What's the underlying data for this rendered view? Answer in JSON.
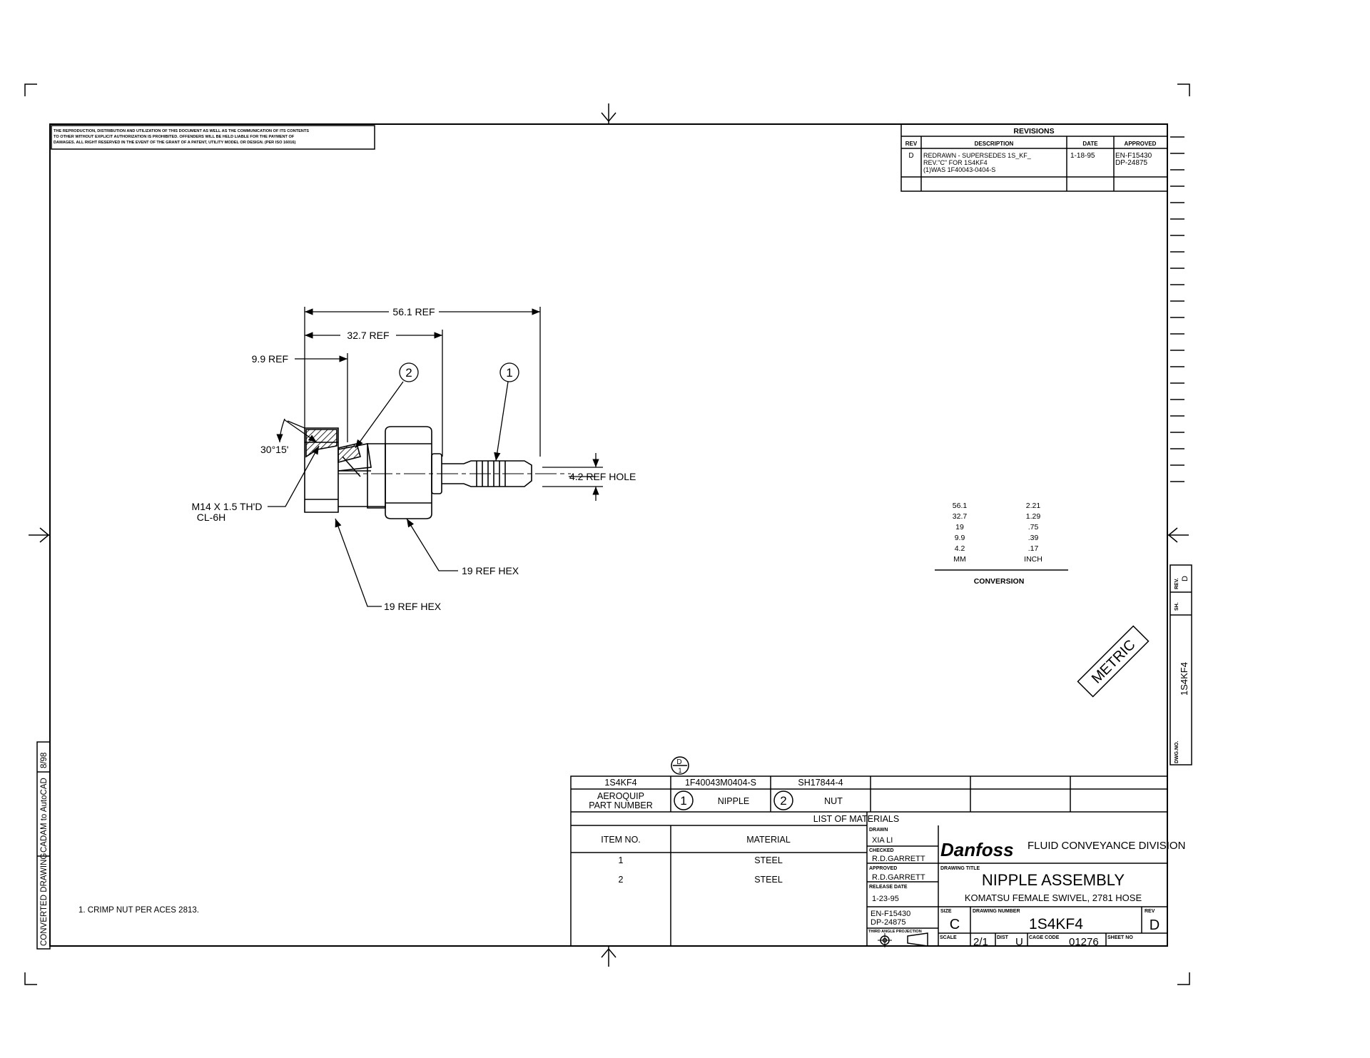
{
  "notice": {
    "line1": "THE REPRODUCTION, DISTRIBUTION AND UTILIZATION OF THIS DOCUMENT AS WELL AS THE COMMUNICATION OF ITS CONTENTS",
    "line2": "TO OTHER WITHOUT EXPLICIT AUTHORIZATION IS PROHIBITED. OFFENDERS WILL BE HELD LIABLE FOR THE PAYMENT OF",
    "line3": "DAMAGES. ALL RIGHT RESERVED IN THE EVENT OF THE GRANT OF A PATENT, UTILITY MODEL OR DESIGN. (PER ISO 16016)"
  },
  "revisions": {
    "title": "REVISIONS",
    "headers": {
      "rev": "REV",
      "description": "DESCRIPTION",
      "date": "DATE",
      "approved": "APPROVED"
    },
    "row": {
      "rev": "D",
      "desc1": "REDRAWN - SUPERSEDES 1S_KF_",
      "desc2": "REV.\"C\" FOR 1S4KF4",
      "desc3": "(1)WAS 1F40043-0404-S",
      "date": "1-18-95",
      "approved1": "EN-F15430",
      "approved2": "DP-24875"
    }
  },
  "dimensions": {
    "d561": "56.1 REF",
    "d327": "32.7 REF",
    "d99": "9.9 REF",
    "angle": "30°15'",
    "thread1": "M14 X 1.5 TH'D",
    "thread2": "CL-6H",
    "hole": "4.2 REF HOLE",
    "hex1": "19 REF HEX",
    "hex2": "19 REF HEX",
    "balloon1": "1",
    "balloon2": "2"
  },
  "conversion": {
    "mm": [
      "56.1",
      "32.7",
      "19",
      "9.9",
      "4.2",
      "MM"
    ],
    "inch": [
      "2.21",
      "1.29",
      ".75",
      ".39",
      ".17",
      "INCH"
    ],
    "title": "CONVERSION"
  },
  "metric_stamp": "METRIC",
  "side_block": {
    "rev_label": "REV.",
    "rev": "D",
    "sh_label": "SH.",
    "dwg_number": "1S4KF4",
    "dwgno_label": "DWG.NO."
  },
  "left_strip": {
    "converted": "CONVERTED DRAWING",
    "cadam": "CADAM to AutoCAD",
    "date": "8/98"
  },
  "note": "1.  CRIMP NUT PER ACES 2813.",
  "parts": {
    "delta": "D",
    "delta_sub": "1",
    "row1": [
      "1S4KF4",
      "1F40043M0404-S",
      "SH17844-4"
    ],
    "aeroquip1": "AEROQUIP",
    "aeroquip2": "PART NUMBER",
    "item1_num": "1",
    "item1_name": "NIPPLE",
    "item2_num": "2",
    "item2_name": "NUT",
    "lom": "LIST OF MATERIALS",
    "item_no_header": "ITEM NO.",
    "material_header": "MATERIAL",
    "rows": [
      {
        "item": "1",
        "material": "STEEL"
      },
      {
        "item": "2",
        "material": "STEEL"
      }
    ]
  },
  "titleblock": {
    "drawn_label": "DRAWN",
    "drawn": "XIA LI",
    "checked_label": "CHECKED",
    "checked": "R.D.GARRETT",
    "approved_label": "APPROVED",
    "approved": "R.D.GARRETT",
    "release_label": "RELEASE DATE",
    "release": "1-23-95",
    "en": "EN-F15430",
    "dp": "DP-24875",
    "third_angle": "THIRD ANGLE PROJECTION",
    "logo": "Danfoss",
    "division": "FLUID CONVEYANCE DIVISION",
    "title_label": "DRAWING TITLE",
    "title": "NIPPLE ASSEMBLY",
    "subtitle": "KOMATSU FEMALE SWIVEL, 2781 HOSE",
    "size_label": "SIZE",
    "size": "C",
    "dwgnum_label": "DRAWING NUMBER",
    "dwgnum": "1S4KF4",
    "rev_label": "REV",
    "rev": "D",
    "scale_label": "SCALE",
    "scale": "2/1",
    "dist_label": "DIST",
    "dist": "U",
    "cage_label": "CAGE CODE",
    "cage": "01276",
    "sheet_label": "SHEET NO"
  }
}
